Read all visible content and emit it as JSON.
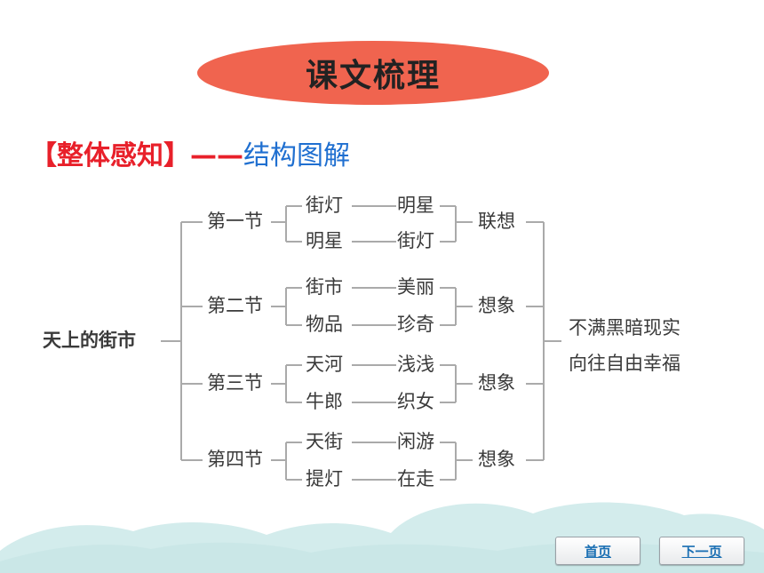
{
  "title": "课文梳理",
  "section": {
    "bracket_label": "【整体感知】",
    "dash": "——",
    "subtitle": "结构图解"
  },
  "diagram": {
    "root": "天上的街市",
    "sections": [
      {
        "name": "第一节",
        "pairs": [
          [
            "街灯",
            "明星"
          ],
          [
            "明星",
            "街灯"
          ]
        ],
        "mode": "联想"
      },
      {
        "name": "第二节",
        "pairs": [
          [
            "街市",
            "美丽"
          ],
          [
            "物品",
            "珍奇"
          ]
        ],
        "mode": "想象"
      },
      {
        "name": "第三节",
        "pairs": [
          [
            "天河",
            "浅浅"
          ],
          [
            "牛郎",
            "织女"
          ]
        ],
        "mode": "想象"
      },
      {
        "name": "第四节",
        "pairs": [
          [
            "天街",
            "闲游"
          ],
          [
            "提灯",
            "在走"
          ]
        ],
        "mode": "想象"
      }
    ],
    "conclusion": [
      "不满黑暗现实",
      "向往自由幸福"
    ]
  },
  "nav": {
    "home": "首页",
    "next": "下一页"
  },
  "colors": {
    "banner": "#f0644f",
    "heading_red": "#e8202a",
    "heading_blue": "#1f6fd0",
    "lines": "#aaaaaa",
    "clouds": "#cfe9ea"
  }
}
